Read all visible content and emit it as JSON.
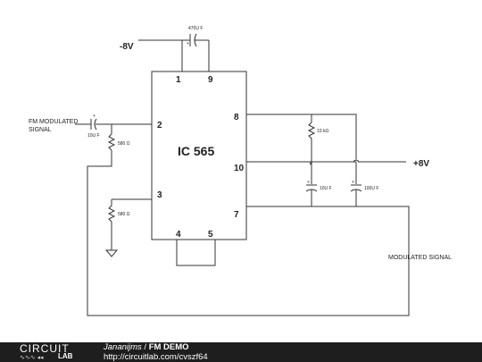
{
  "diagram": {
    "supply_negative": "-8V",
    "supply_positive": "+8V",
    "ic_label": "IC 565",
    "input_label_line1": "FM MODULATED",
    "input_label_line2": "SIGNAL",
    "output_label": "MODULATED SIGNAL",
    "components": {
      "cap_top": "470U F",
      "cap_input": "10U F",
      "res_pin2": "580 Ω",
      "res_pin3": "580 Ω",
      "res_pin8": "10 kΩ",
      "cap_pin10_a": "10U F",
      "cap_pin10_b": "100U F"
    },
    "pins": {
      "p1": "1",
      "p9": "9",
      "p2": "2",
      "p3": "3",
      "p8": "8",
      "p10": "10",
      "p7": "7",
      "p4": "4",
      "p5": "5"
    }
  },
  "footer": {
    "logo_top": "CIRCUIT",
    "logo_bottom": "LAB",
    "author": "Jananijms",
    "separator": " / ",
    "title": "FM DEMO",
    "url": "http://circuitlab.com/cvszf64"
  }
}
